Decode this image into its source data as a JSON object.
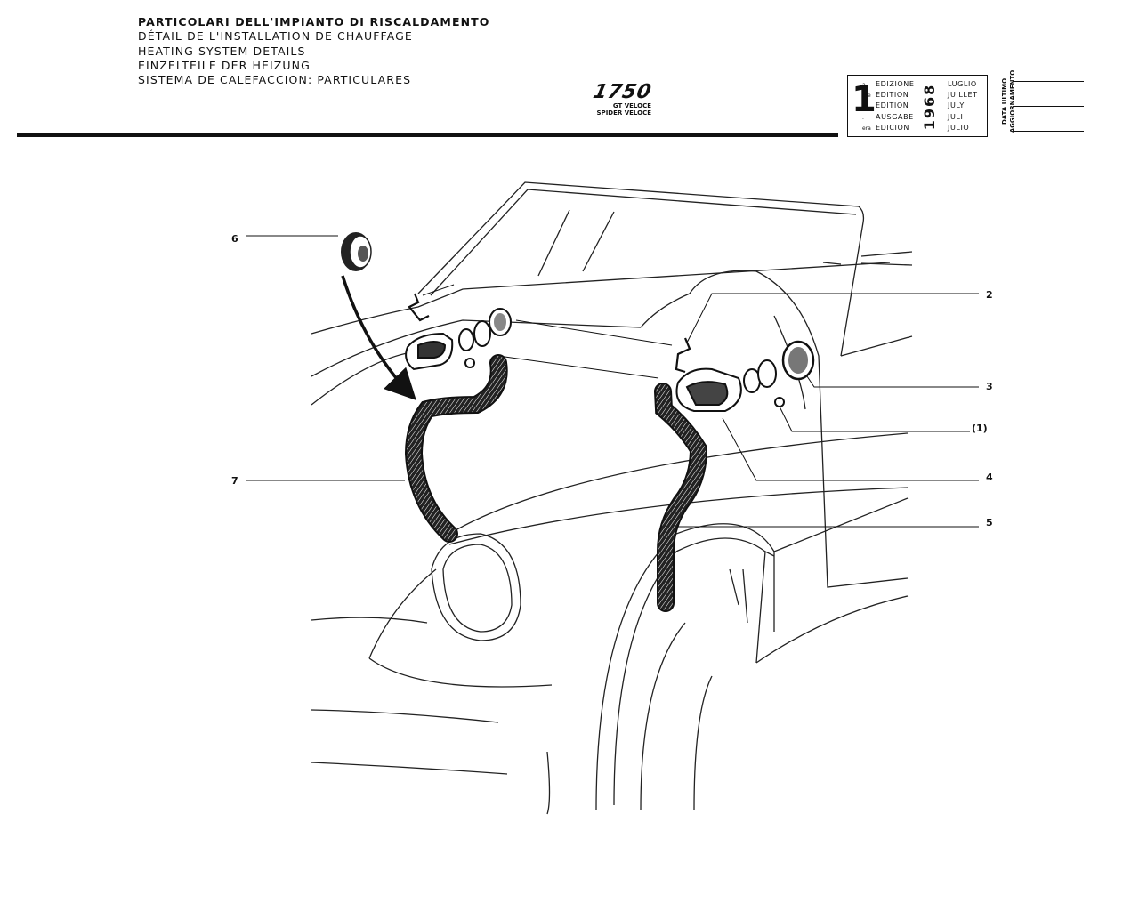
{
  "header": {
    "titles": [
      "PARTICOLARI DELL'IMPIANTO DI RISCALDAMENTO",
      "DÉTAIL DE L'INSTALLATION DE CHAUFFAGE",
      "HEATING SYSTEM DETAILS",
      "EINZELTEILE DER HEIZUNG",
      "SISTEMA DE CALEFACCION: PARTICULARES"
    ],
    "model": "1750",
    "variants": [
      "GT VELOCE",
      "SPIDER VELOCE"
    ]
  },
  "edition_box": {
    "number": "1",
    "ordinals": [
      "a",
      "ere",
      "st",
      ".",
      "era"
    ],
    "labels": [
      "EDIZIONE",
      "EDITION",
      "EDITION",
      "AUSGABE",
      "EDICION"
    ],
    "year": "1968",
    "months": [
      "LUGLIO",
      "JUILLET",
      "JULY",
      "JULI",
      "JULIO"
    ],
    "update_lines": [
      "DATA ULTIMO",
      "AGGIORNAMENTO"
    ]
  },
  "callouts": {
    "c6": "6",
    "c7": "7",
    "c2": "2",
    "c3": "3",
    "c1": "(1)",
    "c4": "4",
    "c5": "5"
  }
}
